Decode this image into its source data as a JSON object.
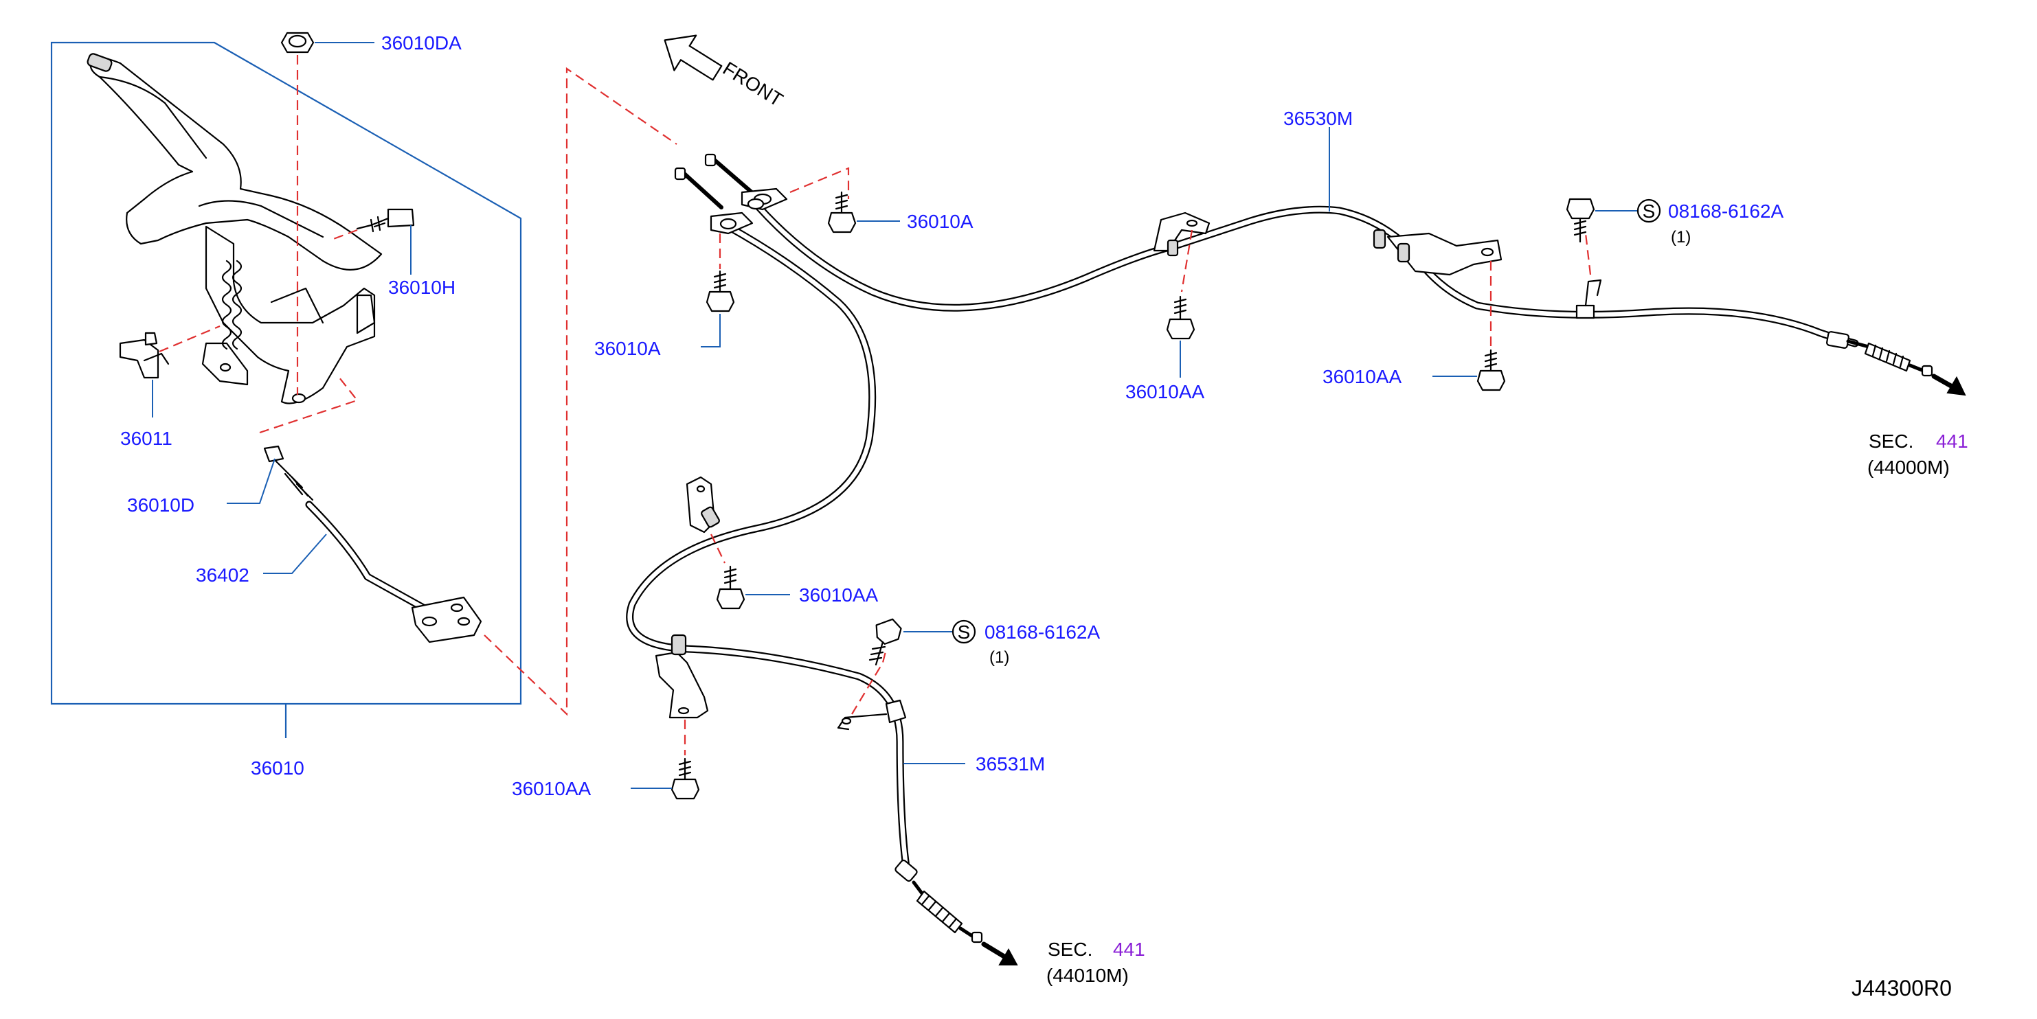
{
  "part_numbers": {
    "nut_top": "36010DA",
    "bolt_h": "36010H",
    "switch": "36011",
    "nut_d": "36010D",
    "cable_front": "36402",
    "assembly": "36010",
    "bolt_a_right": "36010A",
    "bolt_a_left": "36010A",
    "cable_rh": "36530M",
    "bolt_aa_mid": "36010AA",
    "bolt_aa_right": "36010AA",
    "bolt_aa_center": "36010AA",
    "bolt_aa_bottom": "36010AA",
    "cable_lh": "36531M"
  },
  "standard_parts": [
    {
      "symbol": "S",
      "number": "08168-6162A",
      "qty": "(1)"
    },
    {
      "symbol": "S",
      "number": "08168-6162A",
      "qty": "(1)"
    }
  ],
  "section_refs": [
    {
      "prefix": "SEC.",
      "number": "441",
      "sub": "(44000M)"
    },
    {
      "prefix": "SEC.",
      "number": "441",
      "sub": "(44010M)"
    }
  ],
  "front_label": "FRONT",
  "diagram_id": "J44300R0",
  "colors": {
    "part_number": "#1a1aff",
    "section_number": "#8a1fd6",
    "leader": "#1a5fb4",
    "dash": "#e03030"
  }
}
